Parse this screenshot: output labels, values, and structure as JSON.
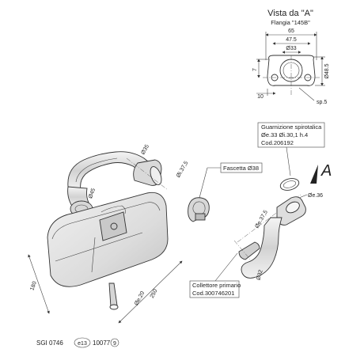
{
  "view": {
    "title": "Vista da \"A\"",
    "subtitle": "Flangia \"145B\""
  },
  "flange_dims": {
    "width_outer": "65",
    "width_holes": "47.5",
    "bore": "Ø33",
    "height": "Ø48.5",
    "hole_offset": "7",
    "plate_thickness": "10",
    "thickness_label": "sp.5"
  },
  "gasket_box": {
    "line1": "Guarnizione spirotalica",
    "line2": "Øe.33  Øi.30,1  h.4",
    "line3": "Cod.206192"
  },
  "clamp_box": {
    "line1": "Fascetta Ø38"
  },
  "collector_box": {
    "line1": "Collettore primario",
    "line2": "Cod.300746201"
  },
  "view_marker": "A",
  "dims": {
    "d35": "Ø35",
    "d37_5_clamp": "Øi.37,5",
    "d45": "Ø45",
    "de36": "Øe.36",
    "de37_5": "Øe.37,5",
    "d32": "Ø32",
    "de20": "Øe.20",
    "len250": "250",
    "len180": "180"
  },
  "footer": {
    "model": "SGI 0746",
    "homologation": "e13",
    "code": "10077",
    "rev": "9"
  },
  "colors": {
    "part_fill": "#e6e6e6",
    "part_dark": "#bdbdbd",
    "line": "#333333"
  }
}
